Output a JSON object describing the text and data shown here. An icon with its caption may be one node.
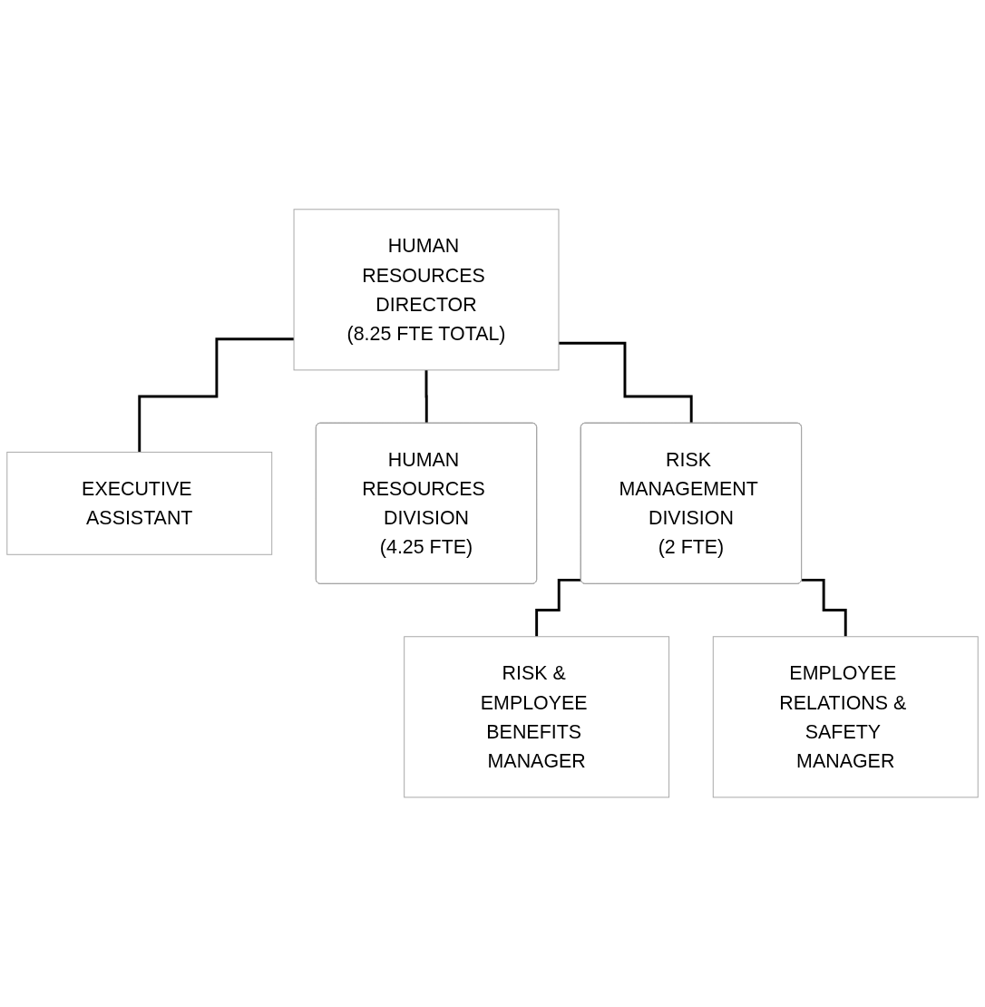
{
  "diagram": {
    "nodes": [
      {
        "text": [
          "HUMAN RESOURCES DIRECTOR",
          "(8.25 FTE TOTAL)"
        ]
      },
      {
        "text": [
          "EXECUTIVE ASSISTANT"
        ]
      },
      {
        "text": [
          "HUMAN RESOURCES DIVISION",
          "(4.25 FTE)"
        ]
      },
      {
        "text": [
          "RISK MANAGEMENT DIVISION",
          "(2 FTE)"
        ]
      },
      {
        "text": [
          "RISK & EMPLOYEE BENEFITS MANAGER"
        ]
      },
      {
        "text": [
          "EMPLOYEE RELATIONS & SAFETY MANAGER"
        ]
      }
    ],
    "edges": [
      {
        "from": 0,
        "to": 1,
        "arrow": "none"
      },
      {
        "from": 0,
        "to": 2,
        "arrow": "none"
      },
      {
        "from": 0,
        "to": 3,
        "arrow": "none"
      },
      {
        "from": 3,
        "to": 4,
        "arrow": "none"
      },
      {
        "from": 3,
        "to": 5,
        "arrow": "none"
      }
    ]
  }
}
